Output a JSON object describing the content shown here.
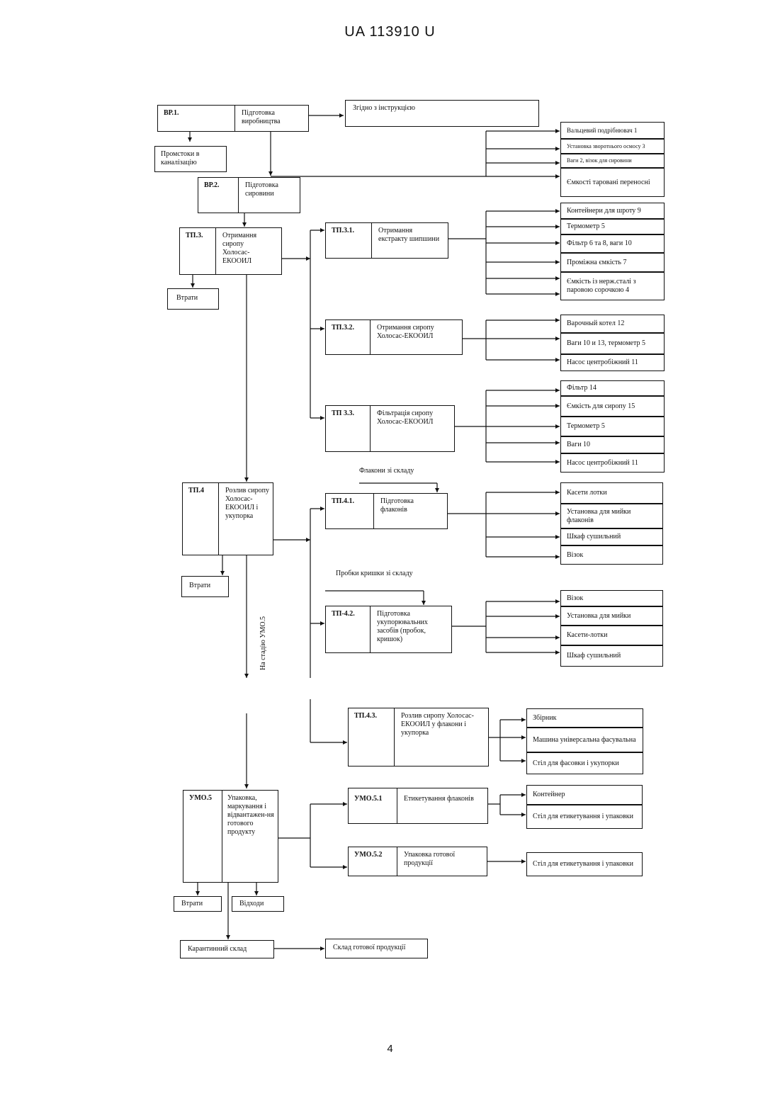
{
  "header": {
    "text": "UA   113910   U"
  },
  "page_number": "4",
  "boxes": {
    "bp1": {
      "code": "ВР.1.",
      "label": "Підготовка виробництва"
    },
    "instr": {
      "label": "Згідно з інструкцією"
    },
    "promstoky": {
      "label": "Промстоки в каналізацію"
    },
    "bp2": {
      "code": "ВР.2.",
      "label": "Підготовка сировини"
    },
    "tp3": {
      "code": "ТП.3.",
      "label": "Отримання сиропу Холосас-ЕКООИЛ"
    },
    "tp31": {
      "code": "ТП.3.1.",
      "label": "Отримання екстракту шипшини"
    },
    "tp32": {
      "code": "ТП.3.2.",
      "label": "Отримання сиропу Холосас-ЕКООИЛ"
    },
    "tp33": {
      "code": "ТП 3.3.",
      "label": "Фільтрація сиропу Холосас-ЕКООИЛ"
    },
    "vtraty1": {
      "label": "Втрати"
    },
    "tp4": {
      "code": "ТП.4",
      "label": "Розлив сиропу Холосас-ЕКООИЛ і укупорка"
    },
    "tp41": {
      "code": "ТП.4.1.",
      "label": "Підготовка флаконів"
    },
    "tp42": {
      "code": "ТП-4.2.",
      "label": "Підготовка укупорювальних засобів (пробок, кришок)"
    },
    "tp43": {
      "code": "ТП.4.3.",
      "label": "Розлив сиропу Холосас-ЕКООИЛ у флакони і укупорка"
    },
    "vtraty2": {
      "label": "Втрати"
    },
    "umo5": {
      "code": "УМО.5",
      "label": "Упаковка, маркування і відвантажен-ня готового продукту"
    },
    "umo51": {
      "code": "УМО.5.1",
      "label": "Етикетування флаконів"
    },
    "umo52": {
      "code": "УМО.5.2",
      "label": "Упаковка готової продукції"
    },
    "vtraty3": {
      "label": "Втрати"
    },
    "vidhody": {
      "label": "Відходи"
    },
    "karantin": {
      "label": "Карантинний склад"
    },
    "sklad": {
      "label": "Склад готової продукції"
    }
  },
  "equipment": {
    "bp2": [
      "Вальцевий подрібнювач 1",
      "Установка зворотнього осмосу 3",
      "Ваги 2, візок для сировини",
      "Ємкості таровані переносні"
    ],
    "tp31": [
      "Контейнери для шроту 9",
      "Термометр 5",
      "Фільтр 6 та 8, ваги 10",
      "Проміжна ємкість 7",
      "Ємкість із нерж.сталі з паровою сорочкою 4"
    ],
    "tp32": [
      "Варочный котел 12",
      "Ваги 10 и 13, термометр 5",
      "Насос центробіжний 11"
    ],
    "tp33": [
      "Фільтр 14",
      "Ємкість для сиропу 15",
      "Термометр 5",
      "Ваги 10",
      "Насос центробіжний 11"
    ],
    "tp41": [
      "Касети лотки",
      "Установка для мийки флаконів",
      "Шкаф сушильний",
      "Візок"
    ],
    "tp42": [
      "Візок",
      "Установка для мийки",
      "Касети-лотки",
      "Шкаф сушильний"
    ],
    "tp43": [
      "Збірник",
      "Машина універсальна фасувальна",
      "Стіл для фасовки і укупорки"
    ],
    "umo51": [
      "Контейнер",
      "Стіл для етикетування і упаковки"
    ],
    "umo52": [
      "Стіл для етикетування і упаковки"
    ]
  },
  "notes": {
    "flakony": "Флакони зі складу",
    "probky": "Пробки кришки зі складу",
    "na_stadiyu": "На стадію УМО.5"
  }
}
